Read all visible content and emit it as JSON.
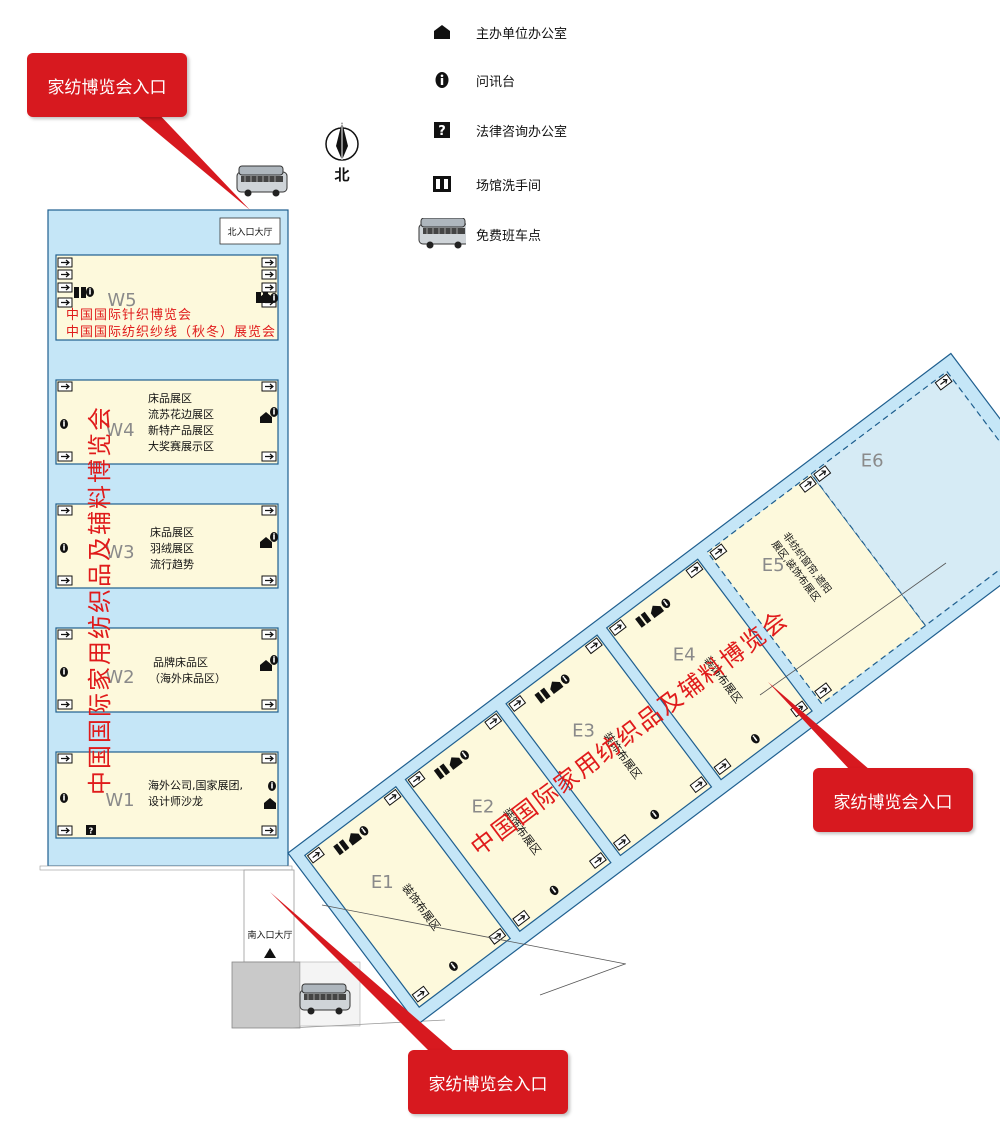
{
  "legend": [
    {
      "icon": "organizer-office-icon",
      "label": "主办单位办公室"
    },
    {
      "icon": "info-desk-icon",
      "label": "问讯台"
    },
    {
      "icon": "legal-office-icon",
      "label": "法律咨询办公室"
    },
    {
      "icon": "restroom-icon",
      "label": "场馆洗手间"
    },
    {
      "icon": "shuttle-bus-icon",
      "label": "免费班车点"
    }
  ],
  "compass": {
    "label": "北"
  },
  "entrance_callouts": {
    "nw": "家纺博览会入口",
    "east": "家纺博览会入口",
    "south": "家纺博览会入口"
  },
  "halls_west": {
    "north_lobby": "北入口大厅",
    "south_lobby": "南入口大厅",
    "w5": {
      "name": "W5",
      "line1": "中国国际针织博览会",
      "line2": "中国国际纺织纱线（秋冬）展览会"
    },
    "w4": {
      "name": "W4",
      "zones": [
        "床品展区",
        "流苏花边展区",
        "新特产品展区",
        "大奖赛展示区"
      ]
    },
    "w3": {
      "name": "W3",
      "zones": [
        "床品展区",
        "羽绒展区",
        "流行趋势"
      ]
    },
    "w2": {
      "name": "W2",
      "zones": [
        "品牌床品区",
        "（海外床品区）"
      ]
    },
    "w1": {
      "name": "W1",
      "zones": [
        "海外公司,国家展团,",
        "设计师沙龙"
      ]
    },
    "vertical_banner": "中国国际家用纺织品及辅料博览会"
  },
  "halls_east": {
    "e1": {
      "name": "E1",
      "zone": "装饰布展区"
    },
    "e2": {
      "name": "E2",
      "zone": "装饰布展区"
    },
    "e3": {
      "name": "E3",
      "zone": "装饰布展区"
    },
    "e4": {
      "name": "E4",
      "zone": "装饰布展区"
    },
    "e5": {
      "name": "E5",
      "zone_line1": "非纺织窗帘,遮阳",
      "zone_line2": "展区,装饰布展区"
    },
    "e6": {
      "name": "E6"
    },
    "diagonal_banner": "中国国际家用纺织品及辅料博览会"
  },
  "colors": {
    "corridor": "#c5e6f7",
    "hall": "#fdf9dc",
    "outline": "#1f5f8f",
    "callout": "#d7191f",
    "banner": "#e01b1b",
    "hallname": "#8a8a8a"
  }
}
